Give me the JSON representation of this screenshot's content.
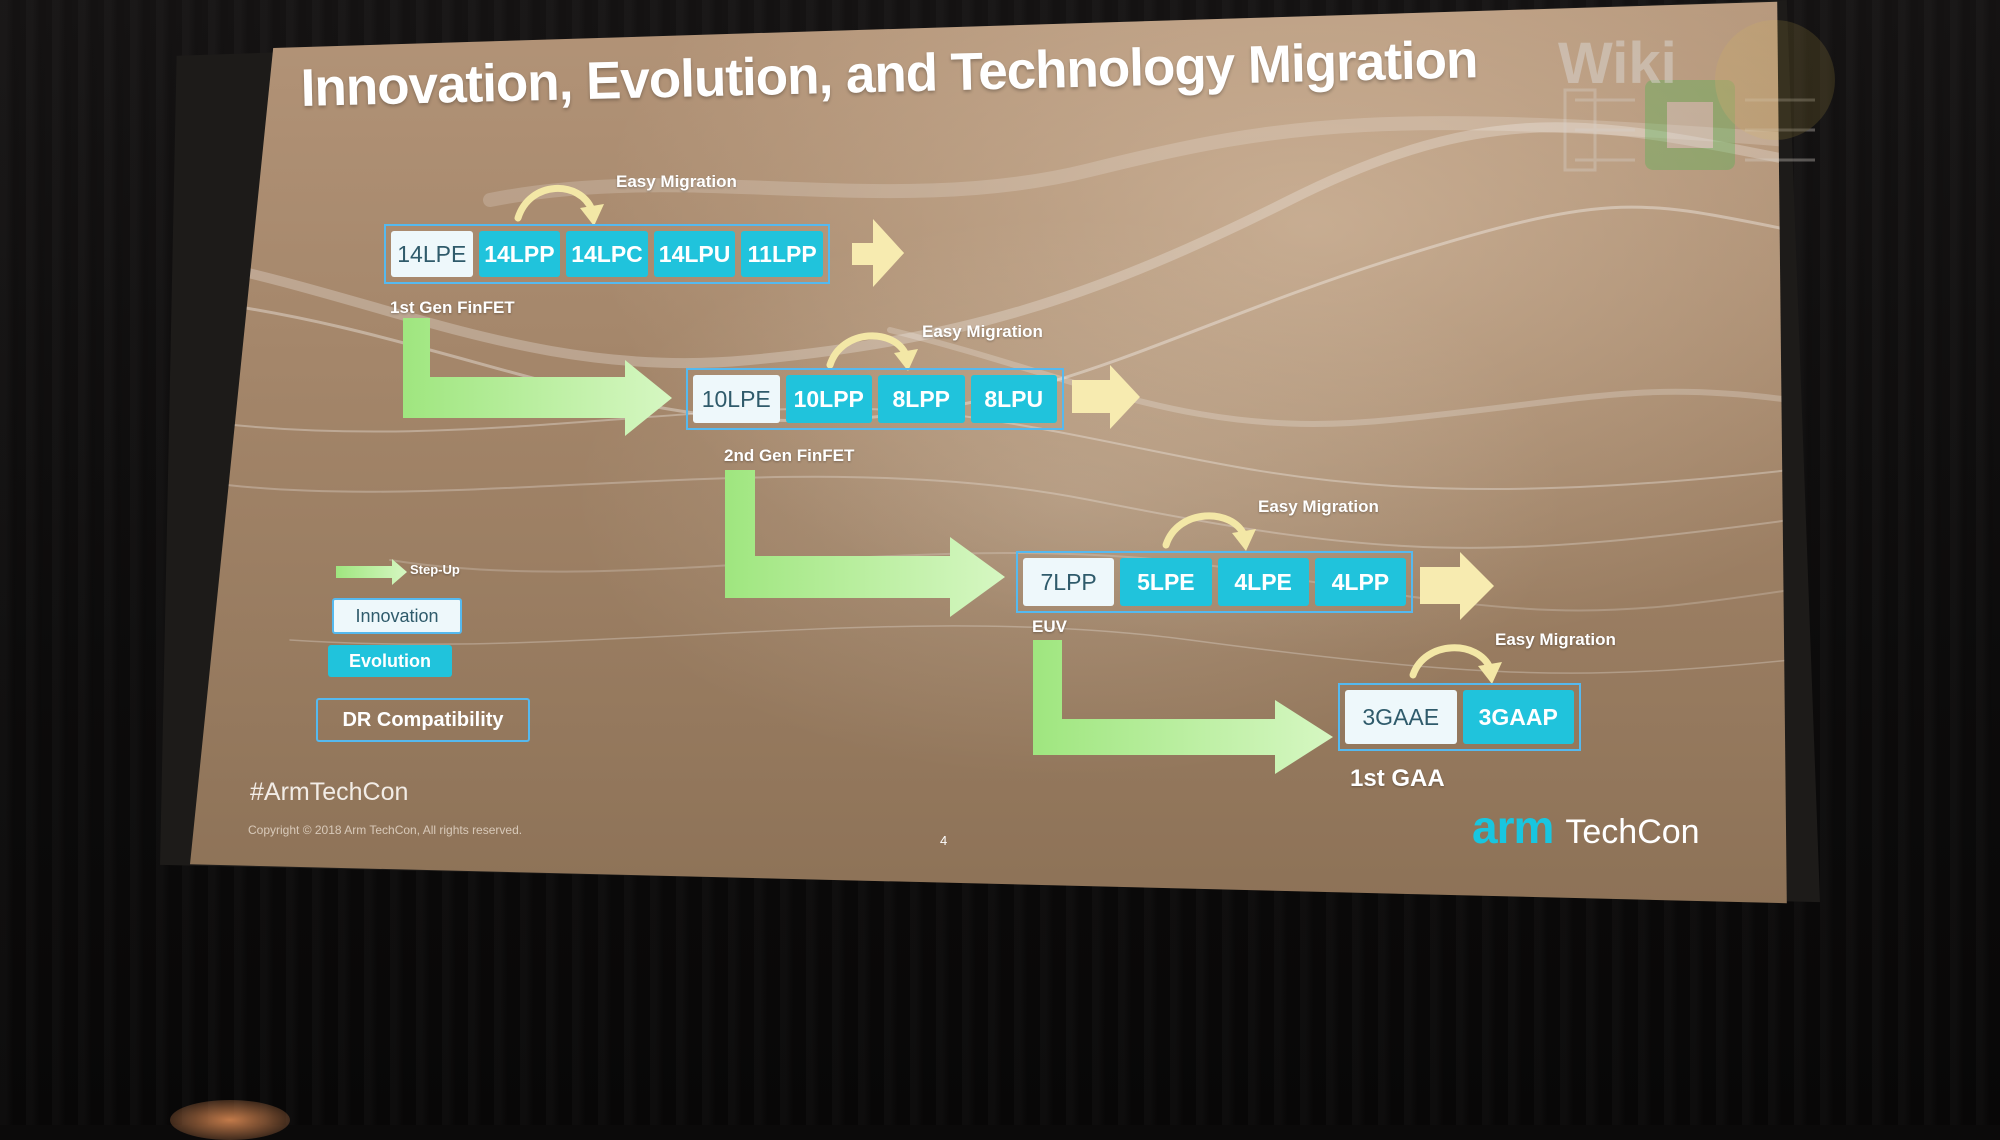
{
  "slide": {
    "title": "Innovation, Evolution, and Technology Migration",
    "hashtag": "#ArmTechCon",
    "copyright": "Copyright © 2018 Arm TechCon, All rights reserved.",
    "page_number": "4",
    "brand_arm": "arm",
    "brand_techcon": "TechCon"
  },
  "watermark": {
    "text": "Wiki"
  },
  "rows": [
    {
      "nodes": [
        {
          "label": "14LPE",
          "kind": "innovation"
        },
        {
          "label": "14LPP",
          "kind": "evolution"
        },
        {
          "label": "14LPC",
          "kind": "evolution"
        },
        {
          "label": "14LPU",
          "kind": "evolution"
        },
        {
          "label": "11LPP",
          "kind": "evolution"
        }
      ],
      "migration_label": "Easy Migration",
      "gen_label": "1st Gen FinFET"
    },
    {
      "nodes": [
        {
          "label": "10LPE",
          "kind": "innovation"
        },
        {
          "label": "10LPP",
          "kind": "evolution"
        },
        {
          "label": "8LPP",
          "kind": "evolution"
        },
        {
          "label": "8LPU",
          "kind": "evolution"
        }
      ],
      "migration_label": "Easy Migration",
      "gen_label": "2nd Gen FinFET"
    },
    {
      "nodes": [
        {
          "label": "7LPP",
          "kind": "innovation"
        },
        {
          "label": "5LPE",
          "kind": "evolution"
        },
        {
          "label": "4LPE",
          "kind": "evolution"
        },
        {
          "label": "4LPP",
          "kind": "evolution"
        }
      ],
      "migration_label": "Easy Migration",
      "gen_label": "EUV"
    },
    {
      "nodes": [
        {
          "label": "3GAAE",
          "kind": "innovation"
        },
        {
          "label": "3GAAP",
          "kind": "evolution"
        }
      ],
      "migration_label": "Easy Migration",
      "gen_label": "1st GAA"
    }
  ],
  "legend": {
    "step_up": "Step-Up",
    "innovation": "Innovation",
    "evolution": "Evolution",
    "dr_compatibility": "DR Compatibility"
  },
  "colors": {
    "evolution": "#20c3dc",
    "innovation": "#eef8fb",
    "step_arrow": "#b8f0a8",
    "migration_arrow": "#f5e7a2",
    "group_border": "#55b9ef"
  }
}
